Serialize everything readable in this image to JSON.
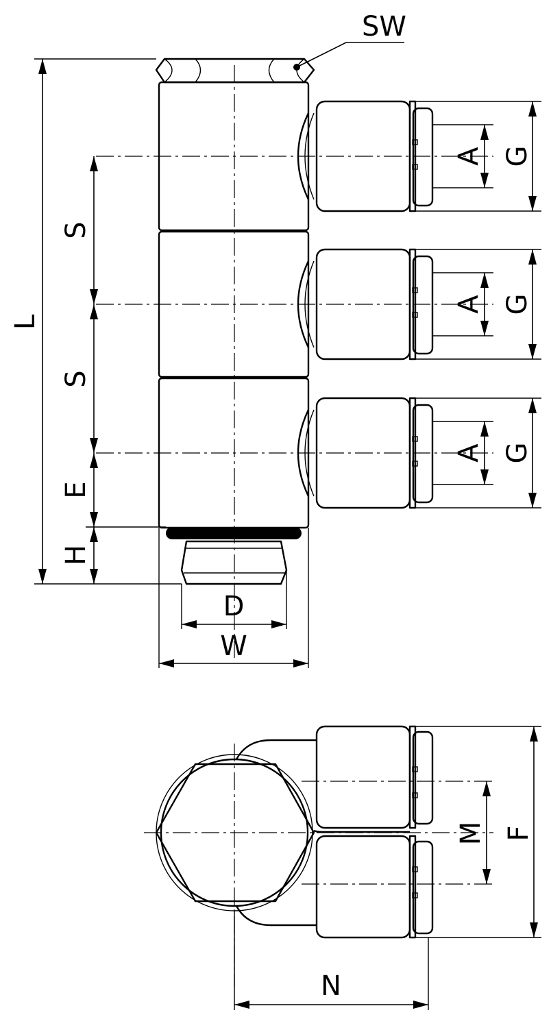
{
  "labels": {
    "sw": "SW",
    "l": "L",
    "s_top": "S",
    "s_bottom": "S",
    "e": "E",
    "h": "H",
    "d": "D",
    "w": "W",
    "a_port1": "A",
    "a_port2": "A",
    "a_port3": "A",
    "g_port1": "G",
    "g_port2": "G",
    "g_port3": "G",
    "m": "M",
    "f": "F",
    "n": "N"
  },
  "colors": {
    "line": "#000000",
    "background": "#ffffff"
  }
}
